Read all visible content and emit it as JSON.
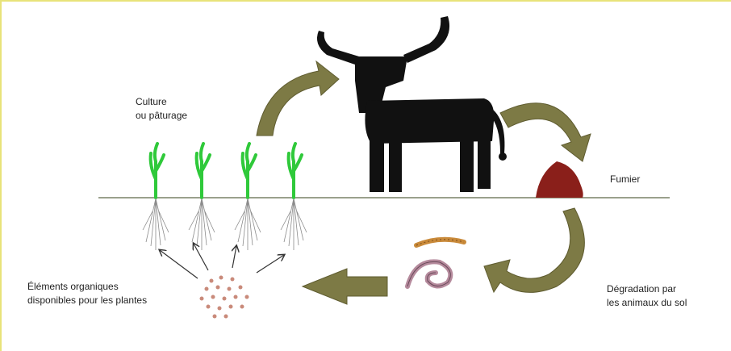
{
  "labels": {
    "culture": {
      "line1": "Culture",
      "line2": "ou pâturage"
    },
    "fumier": "Fumier",
    "elements": {
      "line1": "Éléments organiques",
      "line2": "disponibles pour les plantes"
    },
    "degradation": {
      "line1": "Dégradation par",
      "line2": "les animaux du sol"
    }
  },
  "colors": {
    "frame_border": "#e8e37a",
    "ground_line": "#9aa08c",
    "arrow_fill": "#7d7a45",
    "plant_green": "#2fc93a",
    "root_gray": "#8c8c8c",
    "cow_black": "#111111",
    "manure": "#8a1f1a",
    "worm_orange": "#c98a3a",
    "earthworm_pink": "#b58a9c",
    "nutrient_dot": "#c98a7a"
  },
  "icons": [
    "cow-icon",
    "plant-icon",
    "manure-icon",
    "larva-icon",
    "earthworm-icon",
    "nutrient-dots-icon",
    "cycle-arrow-icon"
  ]
}
